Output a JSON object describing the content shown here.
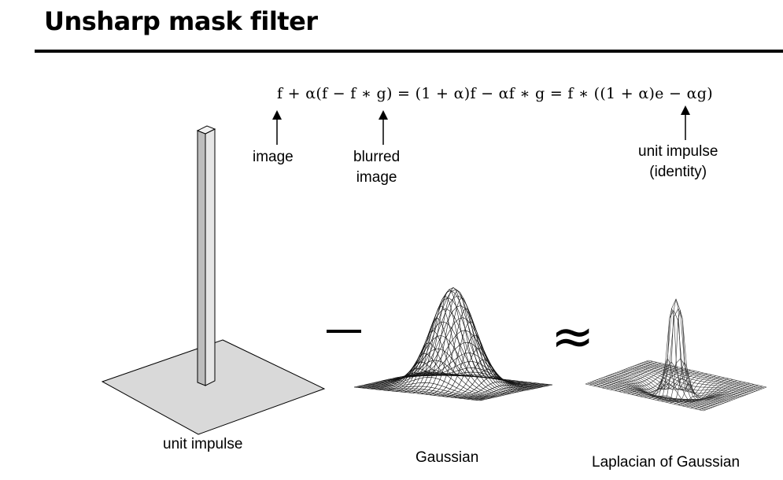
{
  "slide": {
    "title": "Unsharp mask filter",
    "equation": "f + α(f − f ∗ g) = (1 + α)f − αf ∗ g = f ∗ ((1 + α)e − αg)"
  },
  "annotations": {
    "image": "image",
    "blurred_line1": "blurred",
    "blurred_line2": "image",
    "unit_impulse_line1": "unit impulse",
    "unit_impulse_line2": "(identity)"
  },
  "captions": {
    "unit_impulse": "unit impulse",
    "gaussian": "Gaussian",
    "log": "Laplacian of Gaussian"
  },
  "operators": {
    "minus": "—",
    "approx": "≈"
  }
}
